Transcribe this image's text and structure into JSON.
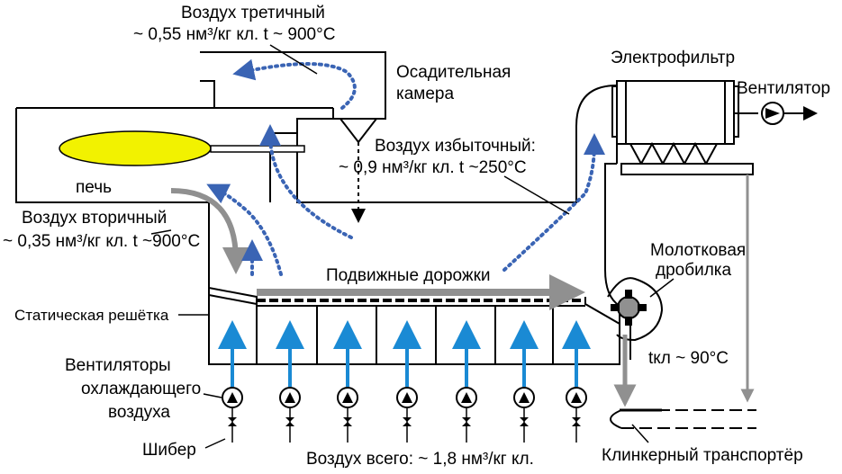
{
  "labels": {
    "tertiary_air_title": "Воздух третичный",
    "tertiary_air_spec": "~ 0,55 нм³/кг кл. t ~ 900°C",
    "settling_chamber_1": "Осадительная",
    "settling_chamber_2": "камера",
    "electrofilter": "Электрофильтр",
    "fan": "Вентилятор",
    "excess_air_title": "Воздух избыточный:",
    "excess_air_spec": "~ 0,9 нм³/кг кл. t ~250°C",
    "kiln": "печь",
    "secondary_air_title": "Воздух вторичный",
    "secondary_air_spec": "~ 0,35 нм³/кг кл. t ~900°C",
    "moving_grates": "Подвижные дорожки",
    "hammer_crusher_1": "Молотковая",
    "hammer_crusher_2": "дробилка",
    "static_grate": "Статическая решётка",
    "clinker_temp": "tкл ~ 90°C",
    "cooling_fans_1": "Вентиляторы",
    "cooling_fans_2": "охлаждающего",
    "cooling_fans_3": "воздуха",
    "damper": "Шибер",
    "total_air": "Воздух всего:  ~ 1,8 нм³/кг кл.",
    "clinker_conveyor": "Клинкерный транспортёр"
  },
  "colors": {
    "flame": "#f2f200",
    "cooling_air_arrow": "#1a8ad4",
    "flow_dots": "#3a64b4",
    "clinker_flow": "#909090",
    "outline": "#000000"
  },
  "fan_count": 7
}
